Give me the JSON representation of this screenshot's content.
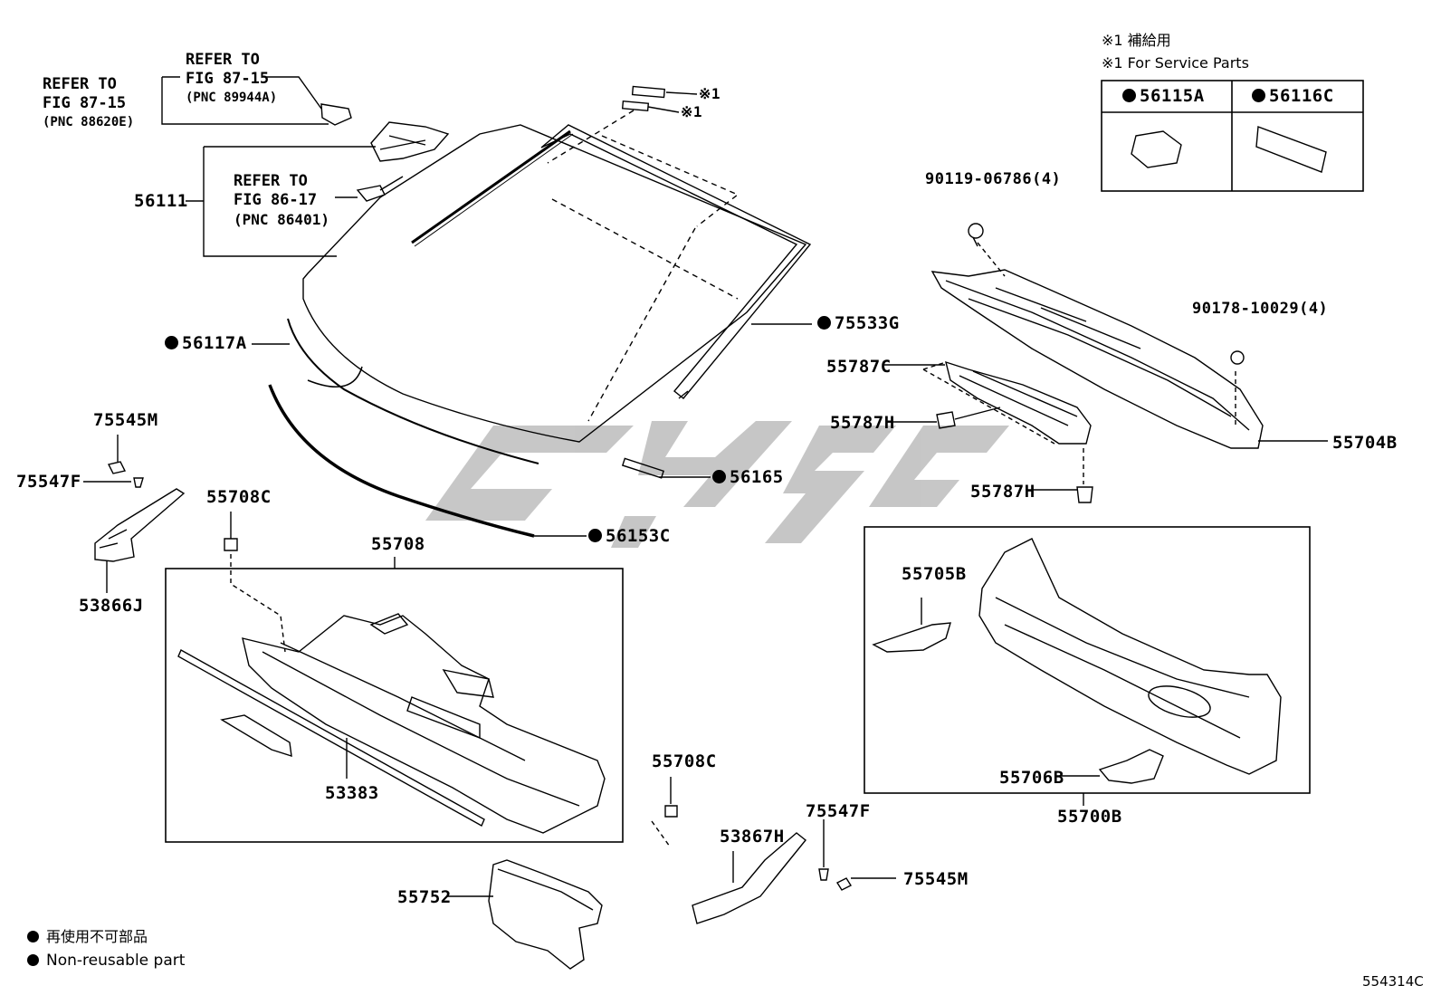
{
  "colors": {
    "ink": "#000000",
    "watermark": "#bdbdbd",
    "background": "#ffffff"
  },
  "legend": {
    "service_parts_jp": "※1 補給用",
    "service_parts_en": "※1 For Service Parts",
    "non_reusable_jp": "再使用不可部品",
    "non_reusable_en": "Non-reusable part",
    "marker": "●"
  },
  "table": {
    "col1": "56115A",
    "col2": "56116C"
  },
  "refs": {
    "ref1": {
      "line1": "REFER TO",
      "line2": "FIG 87-15",
      "line3": "(PNC 89944A)"
    },
    "ref2": {
      "line1": "REFER TO",
      "line2": "FIG 87-15",
      "line3": "(PNC 88620E)"
    },
    "ref3": {
      "line1": "REFER TO",
      "line2": "FIG 86-17",
      "line3": "(PNC 86401)"
    }
  },
  "labels": {
    "star1a": "※1",
    "star1b": "※1",
    "p56111": "56111",
    "p56117A": "56117A",
    "p75533G": "75533G",
    "p56165": "56165",
    "p56153C": "56153C",
    "p75545M_a": "75545M",
    "p75547F_a": "75547F",
    "p53866J": "53866J",
    "p55708C_a": "55708C",
    "p55708": "55708",
    "p53383": "53383",
    "p55708C_b": "55708C",
    "p55752": "55752",
    "p53867H": "53867H",
    "p75547F_b": "75547F",
    "p75545M_b": "75545M",
    "p90119": "90119-06786(4)",
    "p90178": "90178-10029(4)",
    "p55787C": "55787C",
    "p55787H_a": "55787H",
    "p55787H_b": "55787H",
    "p55704B": "55704B",
    "p55705B": "55705B",
    "p55706B": "55706B",
    "p55700B": "55700B"
  },
  "figure_code": "554314C"
}
